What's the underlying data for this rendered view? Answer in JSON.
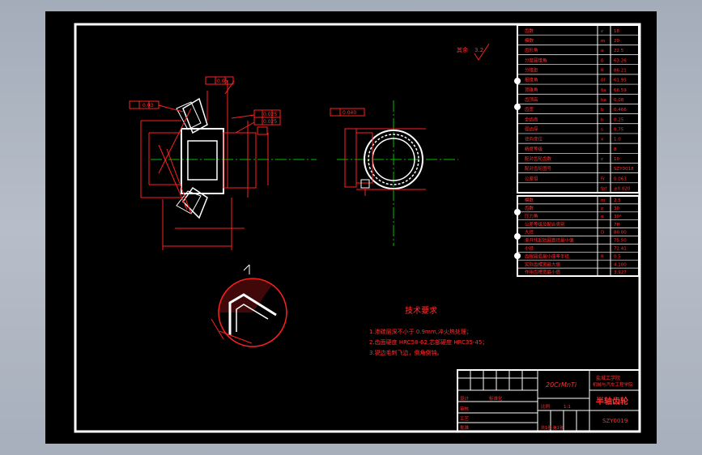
{
  "drawing": {
    "roughness_note": "其余",
    "roughness_value": "3.2",
    "tech_title": "技术要求",
    "tech_notes": [
      "1.渗碳层深不小于 0.9mm,淬火热处理；",
      "2.齿面硬度 HRC58-62,芯部硬度 HRC35-45；",
      "3.锐边毛刺飞边，倒角倒钝。"
    ],
    "part_name": "半轴齿轮",
    "drawing_no": "SZY0019",
    "material": "20CrMnTi",
    "school_line1": "盐城工学院",
    "school_line2": "机械与汽车工程学院"
  },
  "dims": {
    "flatness_left": "0.03",
    "flatness_top": "0.05",
    "runout_a": "0.025",
    "runout_b": "0.025",
    "runout_right": "0.040"
  },
  "params_table": {
    "rows": [
      {
        "name": "齿数",
        "sym": "z",
        "val": "18"
      },
      {
        "name": "模数",
        "sym": "m",
        "val": "20"
      },
      {
        "name": "齿形角",
        "sym": "α",
        "val": "22.5"
      },
      {
        "name": "分度圆锥角",
        "sym": "δ",
        "val": "63.26"
      },
      {
        "name": "分锥距",
        "sym": "R",
        "val": "86.21"
      },
      {
        "name": "根锥角",
        "sym": "δf",
        "val": "61.95"
      },
      {
        "name": "顶锥角",
        "sym": "δa",
        "val": "66.59"
      },
      {
        "name": "齿顶高",
        "sym": "ha",
        "val": "0.08"
      },
      {
        "name": "齿宽",
        "sym": "b",
        "val": "0.466"
      },
      {
        "name": "全齿高",
        "sym": "h",
        "val": "0.25"
      },
      {
        "name": "弧齿厚",
        "sym": "s",
        "val": "0.75"
      },
      {
        "name": "径向变位",
        "sym": "x",
        "val": "1.0"
      },
      {
        "name": "精度等级",
        "sym": "",
        "val": "8"
      },
      {
        "name": "配对齿轮齿数",
        "sym": "z",
        "val": "10"
      },
      {
        "name": "配对齿轮图号",
        "sym": "",
        "val": "SZY0018"
      },
      {
        "name": "公差组",
        "sym": "Fr",
        "val": "0.063"
      },
      {
        "name": "",
        "sym": "fpt",
        "val": "±0.020"
      }
    ],
    "rows2": [
      {
        "name": "模数",
        "sym": "m",
        "val": "2.5"
      },
      {
        "name": "齿数",
        "sym": "z",
        "val": "30"
      },
      {
        "name": "压力角",
        "sym": "α",
        "val": "30°"
      },
      {
        "name": "公差等级及配合类别",
        "sym": "",
        "val": "7H"
      },
      {
        "name": "大径",
        "sym": "D",
        "val": "80.00"
      },
      {
        "name": "渐开线起始圆直径最小值",
        "sym": "",
        "val": "75.50"
      },
      {
        "name": "小径",
        "sym": "",
        "val": "72.41"
      },
      {
        "name": "齿根圆弧最小曲率半径",
        "sym": "R",
        "val": "0.5"
      },
      {
        "name": "实际齿槽宽最大值",
        "sym": "",
        "val": "4.100"
      },
      {
        "name": "作用齿槽宽最小值",
        "sym": "",
        "val": "3.927"
      }
    ]
  },
  "title_block": {
    "cells": [
      "设计",
      "审核",
      "工艺",
      "批准",
      "标准化"
    ],
    "scale_label": "比例",
    "scale": "1:1",
    "sheet": "共1张 第1张"
  },
  "colors": {
    "bg": "#000000",
    "frame": "#ffffff",
    "red": "#ff2020",
    "green": "#00c000",
    "table_text": "#ff3030"
  }
}
